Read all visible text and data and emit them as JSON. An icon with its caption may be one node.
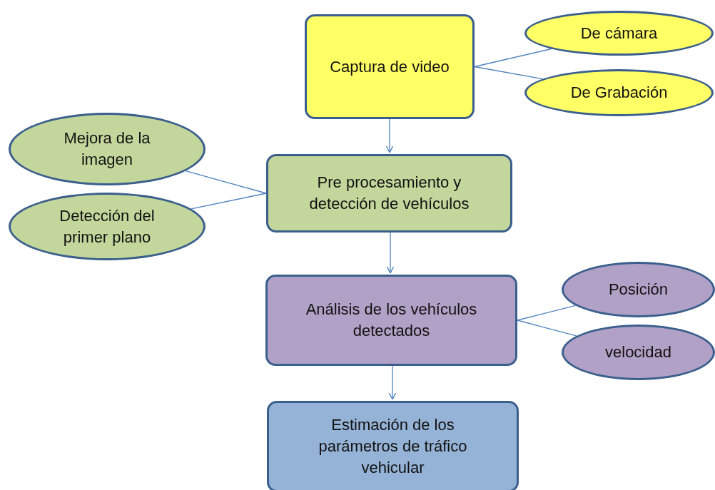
{
  "diagram": {
    "nodes": [
      {
        "text": [
          "Captura de video"
        ]
      },
      {
        "text": [
          "De cámara"
        ]
      },
      {
        "text": [
          "De Grabación"
        ]
      },
      {
        "text": [
          "Mejora de la imagen"
        ]
      },
      {
        "text": [
          "Detección del primer plano"
        ]
      },
      {
        "text": [
          "Pre procesamiento y detección de vehículos"
        ]
      },
      {
        "text": [
          "Análisis de los vehículos detectados"
        ]
      },
      {
        "text": [
          "Posición"
        ]
      },
      {
        "text": [
          "velocidad"
        ]
      },
      {
        "text": [
          "Estimación de los parámetros de tráfico vehicular"
        ]
      }
    ],
    "edges": [
      {
        "from": 0,
        "to": 1,
        "arrow": "none"
      },
      {
        "from": 0,
        "to": 2,
        "arrow": "none"
      },
      {
        "from": 0,
        "to": 5,
        "arrow": "to"
      },
      {
        "from": 5,
        "to": 3,
        "arrow": "none"
      },
      {
        "from": 5,
        "to": 4,
        "arrow": "none"
      },
      {
        "from": 5,
        "to": 6,
        "arrow": "to"
      },
      {
        "from": 6,
        "to": 7,
        "arrow": "none"
      },
      {
        "from": 6,
        "to": 8,
        "arrow": "none"
      },
      {
        "from": 6,
        "to": 9,
        "arrow": "to"
      }
    ]
  }
}
